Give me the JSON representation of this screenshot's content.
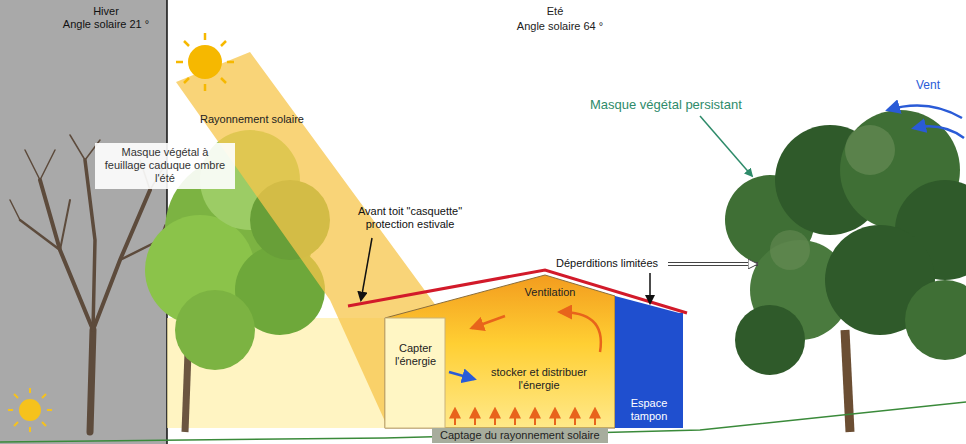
{
  "diagram": {
    "nodes": [
      {
        "text": [
          "Hiver",
          "Angle solaire 21 °"
        ]
      },
      {
        "text": [
          "Masque végétal à feuillage caduque ombre l'été"
        ]
      },
      {
        "text": [
          "Espace tampon"
        ]
      },
      {
        "text": [
          "Captage du rayonnement solaire"
        ]
      }
    ],
    "labels": [
      "Eté",
      "Angle solaire 64 °",
      "Vent",
      "Rayonnement solaire",
      "Masque végétal persistant",
      "Avant toit \"casquette\" protection estivale",
      "Déperditions limitées",
      "Ventilation",
      "Capter l'énergie",
      "stocker et distribuer l'énergie"
    ]
  }
}
